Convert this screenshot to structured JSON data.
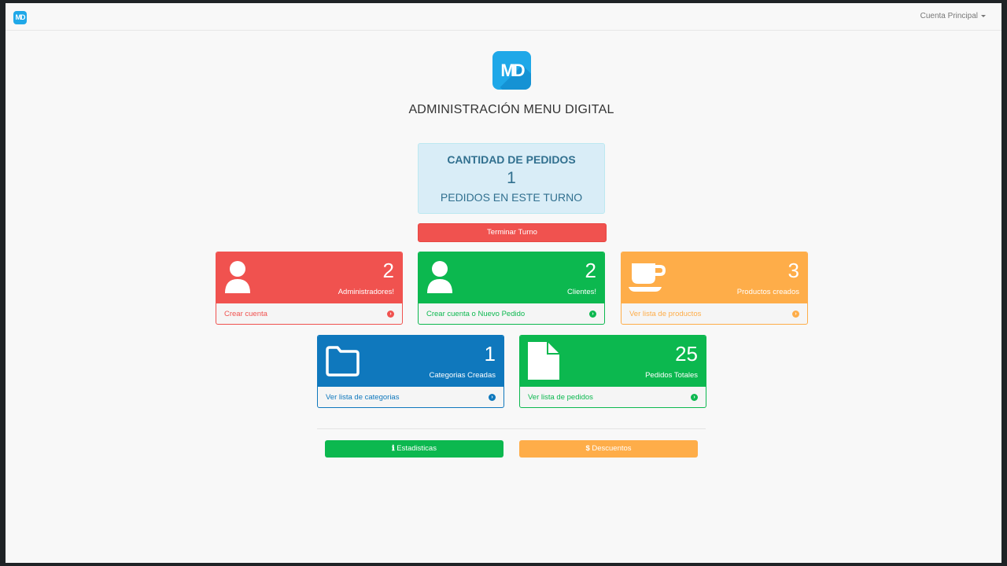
{
  "navbar": {
    "logo_text": "MD",
    "account_label": "Cuenta Principal"
  },
  "header": {
    "logo_text": "MD",
    "title": "ADMINISTRACIÓN MENU DIGITAL"
  },
  "orders": {
    "title": "CANTIDAD DE PEDIDOS",
    "count": "1",
    "subtitle": "PEDIDOS EN ESTE TURNO"
  },
  "end_shift_label": "Terminar Turno",
  "cards": [
    {
      "count": "2",
      "label": "Administradores!",
      "link": "Crear cuenta",
      "icon": "user-icon",
      "color": "#f0524f"
    },
    {
      "count": "2",
      "label": "Clientes!",
      "link": "Crear cuenta o Nuevo Pedido",
      "icon": "user-icon",
      "color": "#0cb84f"
    },
    {
      "count": "3",
      "label": "Productos creados",
      "link": "Ver lista de productos",
      "icon": "coffee-icon",
      "color": "#fead49"
    },
    {
      "count": "1",
      "label": "Categorias Creadas",
      "link": "Ver lista de categorias",
      "icon": "folder-icon",
      "color": "#0f78bd"
    },
    {
      "count": "25",
      "label": "Pedidos Totales",
      "link": "Ver lista de pedidos",
      "icon": "file-icon",
      "color": "#0cb84f"
    }
  ],
  "buttons": {
    "stats": {
      "icon": "info-icon",
      "label": "Estadisticas",
      "color": "#0cb84f"
    },
    "discounts": {
      "icon": "dollar-icon",
      "label": "Descuentos",
      "color": "#fead49"
    }
  }
}
